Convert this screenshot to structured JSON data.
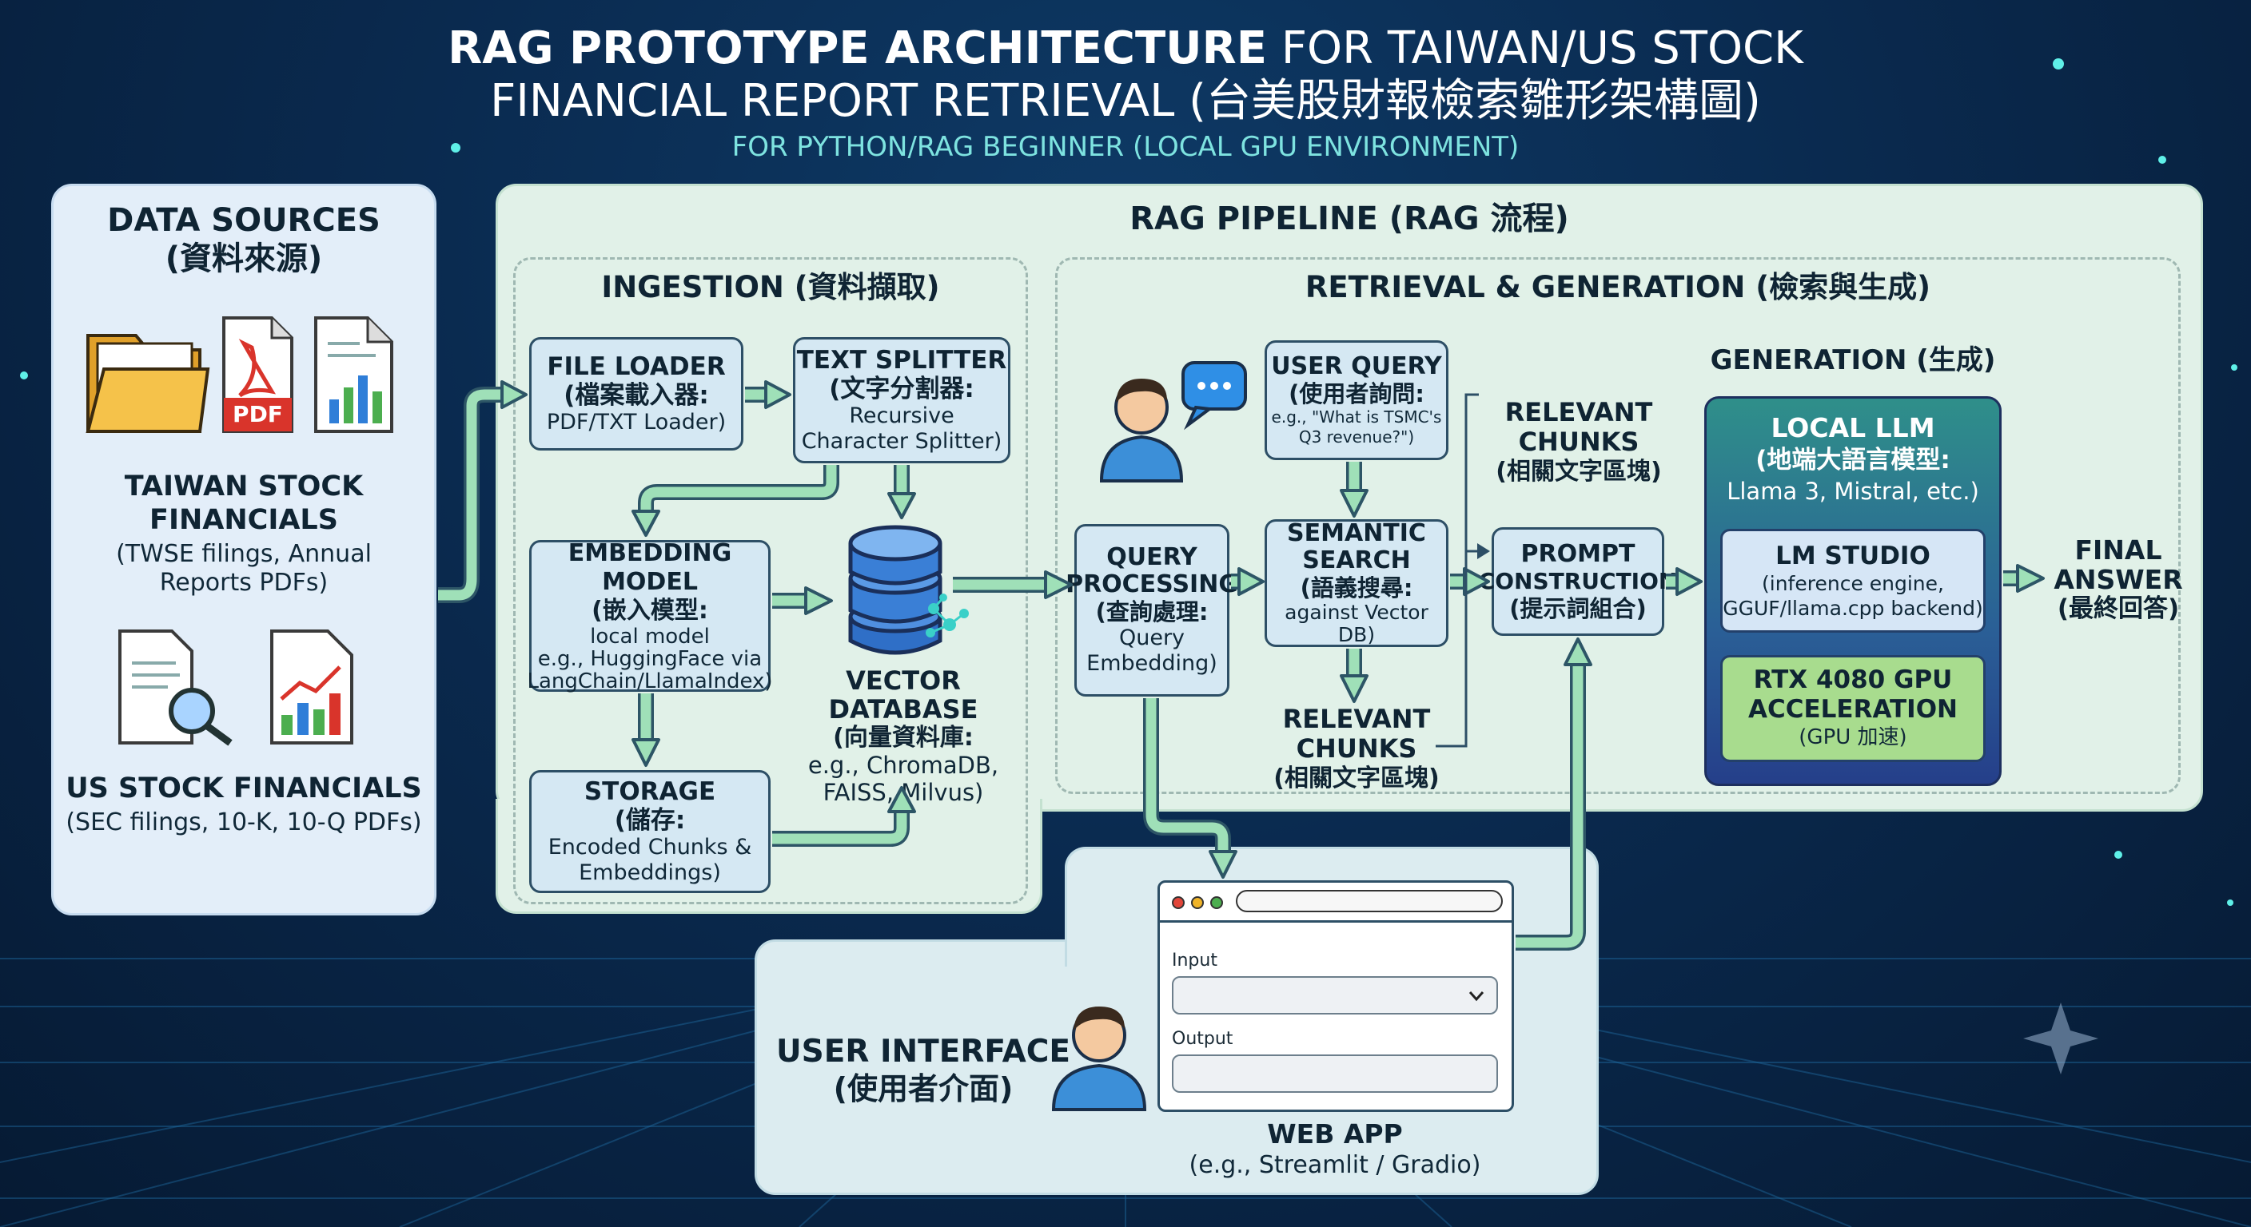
{
  "header": {
    "title_bold_1": "RAG PROTOTYPE ARCHITECTURE",
    "title_rest_1": " FOR TAIWAN/US STOCK",
    "title_line_2": "FINANCIAL REPORT RETRIEVAL (台美股財報檢索雛形架構圖)",
    "subtitle": "FOR PYTHON/RAG BEGINNER (LOCAL GPU ENVIRONMENT)"
  },
  "data_sources": {
    "title": "DATA SOURCES",
    "title_zh": "(資料來源)",
    "pdf_label": "PDF",
    "taiwan_title": "TAIWAN STOCK FINANCIALS",
    "taiwan_desc": "(TWSE filings, Annual Reports PDFs)",
    "us_title": "US STOCK FINANCIALS",
    "us_desc": "(SEC filings, 10-K, 10-Q PDFs)"
  },
  "pipeline": {
    "title": "RAG PIPELINE (RAG 流程)",
    "ingestion": {
      "title": "INGESTION (資料擷取)",
      "file_loader": {
        "title": "FILE LOADER",
        "zh": "(檔案載入器:",
        "desc": "PDF/TXT Loader)"
      },
      "text_splitter": {
        "title": "TEXT SPLITTER",
        "zh": "(文字分割器:",
        "desc1": "Recursive",
        "desc2": "Character Splitter)"
      },
      "embedding": {
        "title": "EMBEDDING MODEL",
        "zh": "(嵌入模型:",
        "desc1": "local model",
        "desc2": "e.g., HuggingFace via",
        "desc3": "LangChain/LlamaIndex)"
      },
      "storage": {
        "title": "STORAGE",
        "zh": "(儲存:",
        "desc1": "Encoded Chunks &",
        "desc2": "Embeddings)"
      },
      "vector_db": {
        "title": "VECTOR DATABASE",
        "zh": "(向量資料庫:",
        "desc1": "e.g., ChromaDB,",
        "desc2": "FAISS, Milvus)"
      }
    },
    "retrieval": {
      "title": "RETRIEVAL & GENERATION (檢索與生成)",
      "user_query": {
        "title": "USER QUERY",
        "zh": "(使用者詢問:",
        "desc1": "e.g., \"What is TSMC's",
        "desc2": "Q3 revenue?\")"
      },
      "query_processing": {
        "title1": "QUERY",
        "title2": "PROCESSING",
        "zh": "(查詢處理:",
        "desc1": "Query",
        "desc2": "Embedding)"
      },
      "semantic_search": {
        "title1": "SEMANTIC",
        "title2": "SEARCH",
        "zh": "(語義搜尋:",
        "desc": "against Vector DB)"
      },
      "relevant_chunks_top": {
        "title1": "RELEVANT",
        "title2": "CHUNKS",
        "zh": "(相關文字區塊)"
      },
      "relevant_chunks_bottom": {
        "title1": "RELEVANT",
        "title2": "CHUNKS",
        "zh": "(相關文字區塊)"
      },
      "prompt": {
        "title1": "PROMPT",
        "title2": "CONSTRUCTION",
        "zh": "(提示詞組合)"
      },
      "generation": {
        "title": "GENERATION (生成)",
        "llm_title": "LOCAL LLM",
        "llm_zh": "(地端大語言模型:",
        "llm_desc": "Llama 3, Mistral, etc.)",
        "lm_title": "LM STUDIO",
        "lm_desc1": "(inference engine,",
        "lm_desc2": "GGUF/llama.cpp backend)",
        "gpu_title1": "RTX 4080 GPU",
        "gpu_title2": "ACCELERATION",
        "gpu_desc": "(GPU 加速)"
      },
      "final": {
        "title1": "FINAL",
        "title2": "ANSWER",
        "zh": "(最終回答)"
      }
    }
  },
  "ui": {
    "title": "USER INTERFACE",
    "title_zh": "(使用者介面)",
    "input_label": "Input",
    "output_label": "Output",
    "webapp_title": "WEB APP",
    "webapp_desc": "(e.g., Streamlit / Gradio)"
  },
  "colors": {
    "background": "#0a2a4f",
    "arrow_fill": "#9fe0b8",
    "arrow_stroke": "#2d5566",
    "subtitle": "#7ee3e0"
  }
}
